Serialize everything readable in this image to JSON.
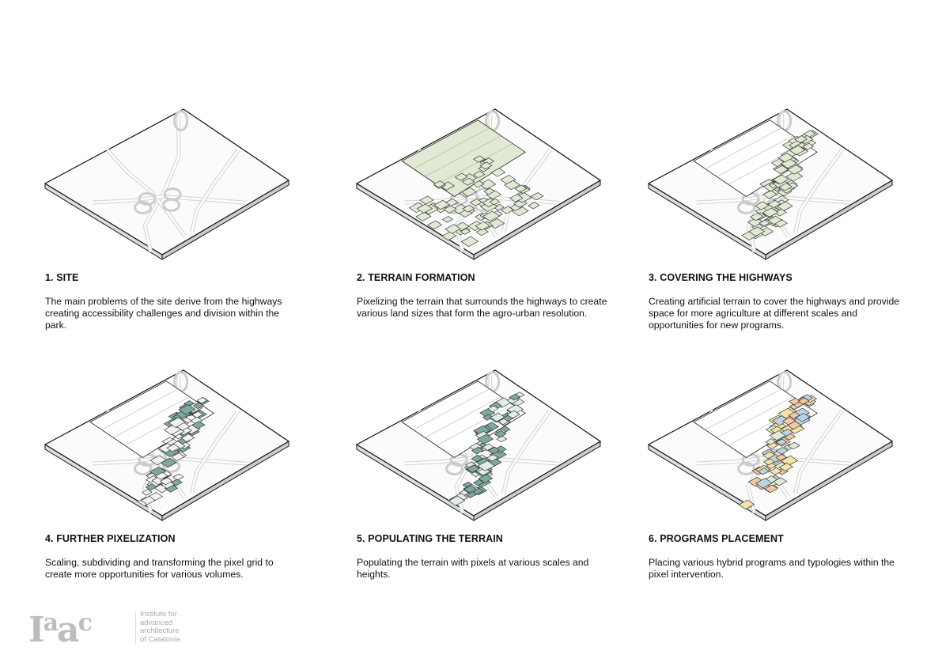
{
  "panels": [
    {
      "title": "1. SITE",
      "body": "The main problems of the site derive from the highways creating accessibility challenges and division within the park.",
      "variant": "site"
    },
    {
      "title": "2. TERRAIN FORMATION",
      "body": "Pixelizing the terrain that surrounds the highways to create various land sizes that form the agro-urban resolution.",
      "variant": "terrain"
    },
    {
      "title": "3. COVERING THE HIGHWAYS",
      "body": "Creating artificial terrain to cover the highways and provide space for more agriculture at different scales and opportunities for new programs.",
      "variant": "cover"
    },
    {
      "title": "4. FURTHER PIXELIZATION",
      "body": "Scaling, subdividing and transforming the pixel grid to create more opportunities for various volumes.",
      "variant": "pixel"
    },
    {
      "title": "5. POPULATING THE TERRAIN",
      "body": "Populating the terrain with pixels at various scales and heights.",
      "variant": "populate"
    },
    {
      "title": "6. PROGRAMS PLACEMENT",
      "body": "Placing various hybrid programs and typologies within the pixel intervention.",
      "variant": "programs"
    }
  ],
  "logo": {
    "mark": "Iaac",
    "text": [
      "Institute for",
      "advanced",
      "architecture",
      "of Catalonia"
    ]
  },
  "colors": {
    "terrain_green": "#dfe9d3",
    "pixel_teal": "#7fa8a0",
    "program_orange": "#f2c9a0",
    "program_blue": "#b9d3e3"
  }
}
